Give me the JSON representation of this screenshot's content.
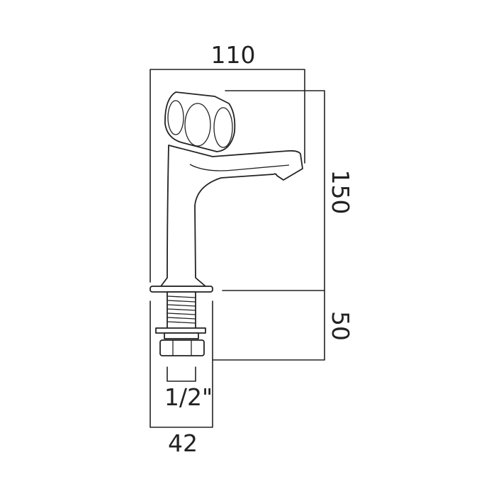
{
  "dimensions": {
    "width_top": "110",
    "height_body": "150",
    "height_shank": "50",
    "thread_size": "1/2\"",
    "width_base": "42"
  },
  "colors": {
    "line": "#222222",
    "background": "#ffffff"
  }
}
